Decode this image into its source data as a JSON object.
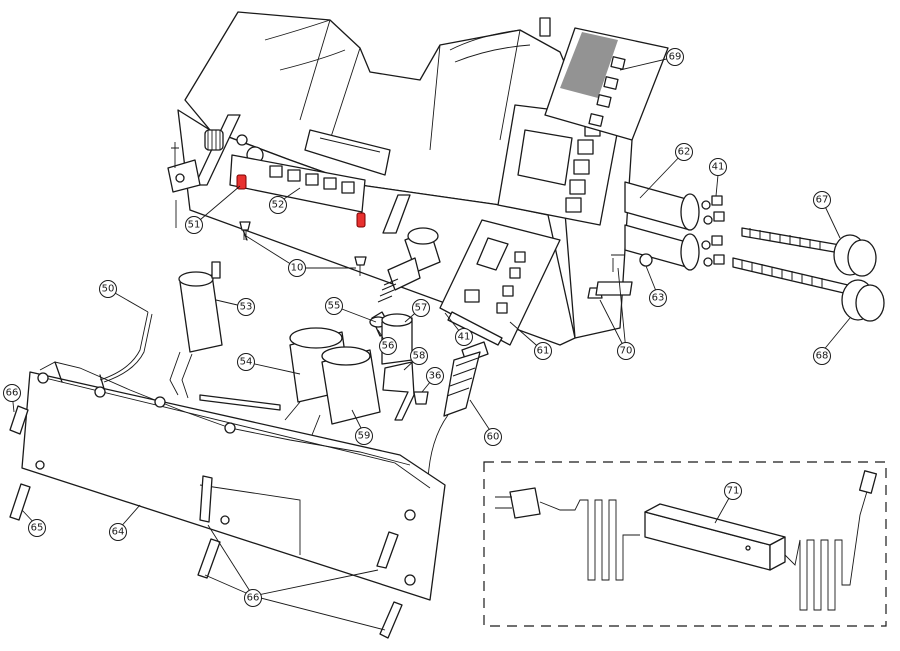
{
  "colors": {
    "line": "#1a1a1a",
    "highlight": "#e8312f",
    "background": "#ffffff"
  },
  "callouts": {
    "p10": "10",
    "p36": "36",
    "p41a": "41",
    "p41b": "41",
    "p50": "50",
    "p51": "51",
    "p52": "52",
    "p53": "53",
    "p54": "54",
    "p55": "55",
    "p56": "56",
    "p57": "57",
    "p58": "58",
    "p59": "59",
    "p60": "60",
    "p61": "61",
    "p62": "62",
    "p63": "63",
    "p64": "64",
    "p65": "65",
    "p66a": "66",
    "p66b": "66",
    "p67": "67",
    "p68": "68",
    "p69": "69",
    "p70": "70",
    "p71": "71"
  }
}
